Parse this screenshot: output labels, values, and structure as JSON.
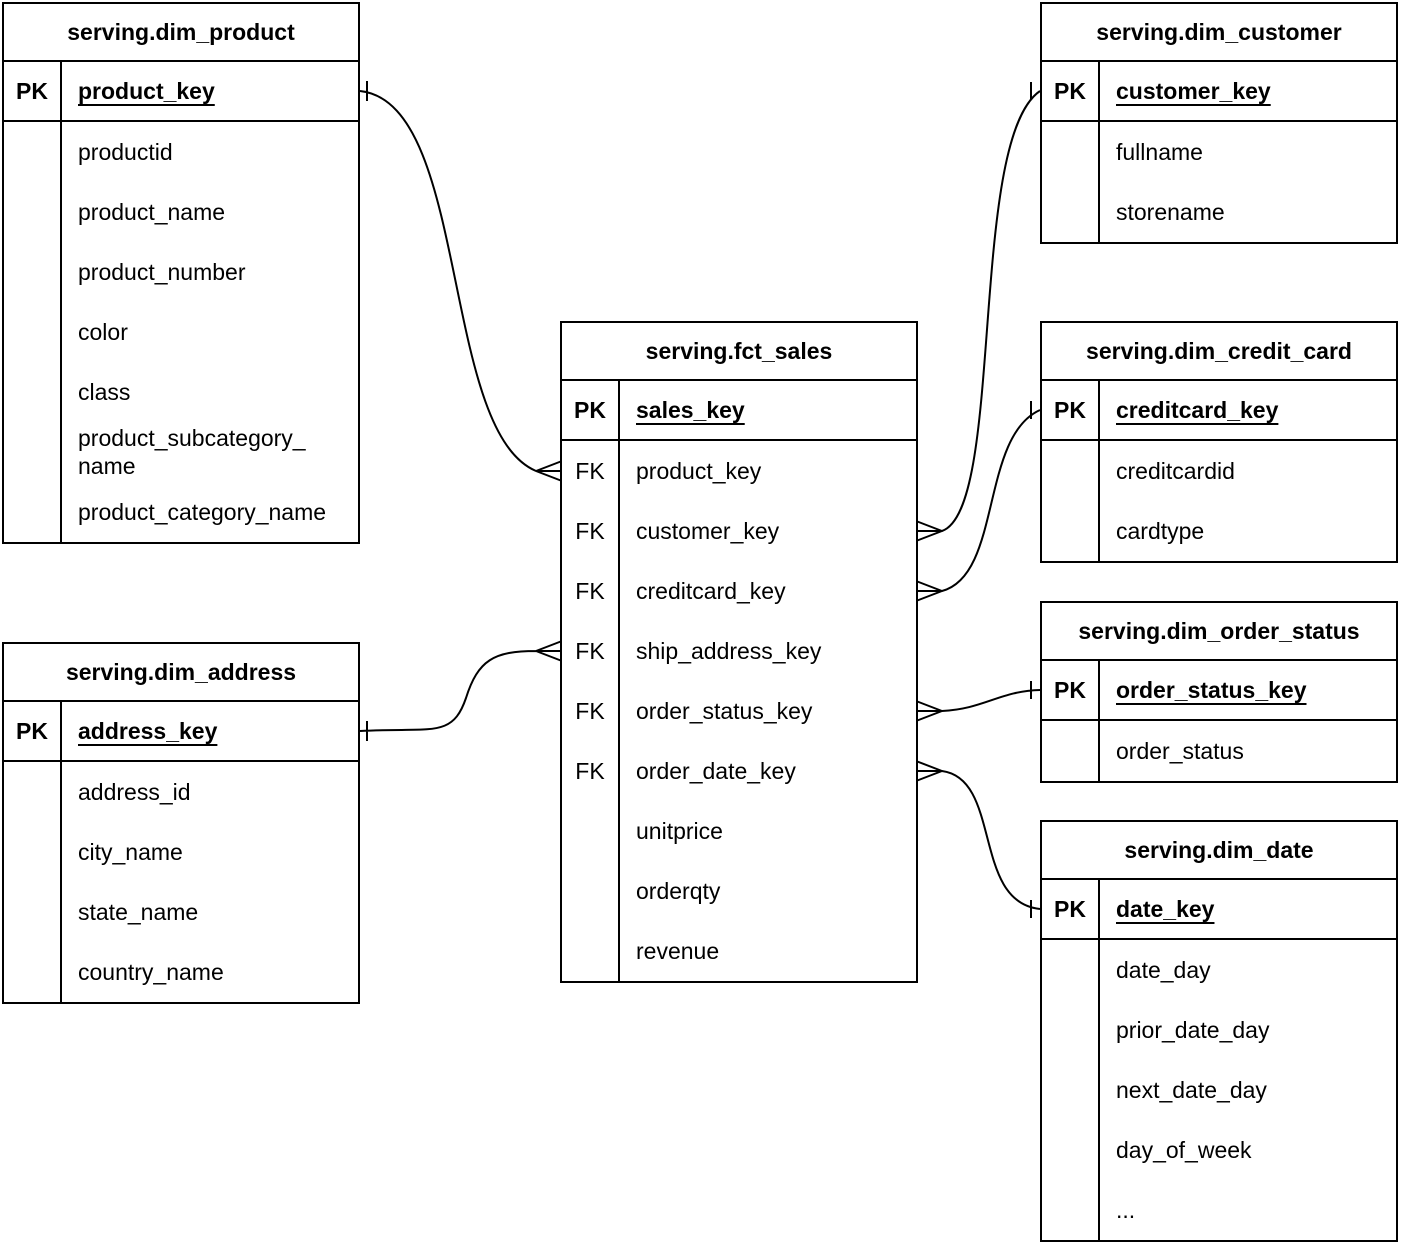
{
  "entities": [
    {
      "title": "serving.dim_product",
      "rows": [
        {
          "key": "PK",
          "name": "product_key",
          "is_key": true
        },
        {
          "key": "",
          "name": "productid"
        },
        {
          "key": "",
          "name": "product_name"
        },
        {
          "key": "",
          "name": "product_number"
        },
        {
          "key": "",
          "name": "color"
        },
        {
          "key": "",
          "name": "class"
        },
        {
          "key": "",
          "name": "product_subcategory_name"
        },
        {
          "key": "",
          "name": "product_category_name"
        }
      ]
    },
    {
      "title": "serving.dim_customer",
      "rows": [
        {
          "key": "PK",
          "name": "customer_key",
          "is_key": true
        },
        {
          "key": "",
          "name": "fullname"
        },
        {
          "key": "",
          "name": "storename"
        }
      ]
    },
    {
      "title": "serving.fct_sales",
      "rows": [
        {
          "key": "PK",
          "name": "sales_key",
          "is_key": true
        },
        {
          "key": "FK",
          "name": "product_key"
        },
        {
          "key": "FK",
          "name": "customer_key"
        },
        {
          "key": "FK",
          "name": "creditcard_key"
        },
        {
          "key": "FK",
          "name": "ship_address_key"
        },
        {
          "key": "FK",
          "name": "order_status_key"
        },
        {
          "key": "FK",
          "name": "order_date_key"
        },
        {
          "key": "",
          "name": "unitprice"
        },
        {
          "key": "",
          "name": "orderqty"
        },
        {
          "key": "",
          "name": "revenue"
        }
      ]
    },
    {
      "title": "serving.dim_credit_card",
      "rows": [
        {
          "key": "PK",
          "name": "creditcard_key",
          "is_key": true
        },
        {
          "key": "",
          "name": "creditcardid"
        },
        {
          "key": "",
          "name": "cardtype"
        }
      ]
    },
    {
      "title": "serving.dim_order_status",
      "rows": [
        {
          "key": "PK",
          "name": "order_status_key",
          "is_key": true
        },
        {
          "key": "",
          "name": "order_status"
        }
      ]
    },
    {
      "title": "serving.dim_date",
      "rows": [
        {
          "key": "PK",
          "name": "date_key",
          "is_key": true
        },
        {
          "key": "",
          "name": "date_day"
        },
        {
          "key": "",
          "name": "prior_date_day"
        },
        {
          "key": "",
          "name": "next_date_day"
        },
        {
          "key": "",
          "name": "day_of_week"
        },
        {
          "key": "",
          "name": "..."
        }
      ]
    },
    {
      "title": "serving.dim_address",
      "rows": [
        {
          "key": "PK",
          "name": "address_key",
          "is_key": true
        },
        {
          "key": "",
          "name": "address_id"
        },
        {
          "key": "",
          "name": "city_name"
        },
        {
          "key": "",
          "name": "state_name"
        },
        {
          "key": "",
          "name": "country_name"
        }
      ]
    }
  ],
  "relationships": [
    {
      "from": "serving.fct_sales.product_key",
      "to": "serving.dim_product.product_key",
      "from_cardinality": "many",
      "to_cardinality": "one"
    },
    {
      "from": "serving.fct_sales.customer_key",
      "to": "serving.dim_customer.customer_key",
      "from_cardinality": "many",
      "to_cardinality": "one"
    },
    {
      "from": "serving.fct_sales.creditcard_key",
      "to": "serving.dim_credit_card.creditcard_key",
      "from_cardinality": "many",
      "to_cardinality": "one"
    },
    {
      "from": "serving.fct_sales.ship_address_key",
      "to": "serving.dim_address.address_key",
      "from_cardinality": "many",
      "to_cardinality": "one"
    },
    {
      "from": "serving.fct_sales.order_status_key",
      "to": "serving.dim_order_status.order_status_key",
      "from_cardinality": "many",
      "to_cardinality": "one"
    },
    {
      "from": "serving.fct_sales.order_date_key",
      "to": "serving.dim_date.date_key",
      "from_cardinality": "many",
      "to_cardinality": "one"
    }
  ],
  "colors": {
    "line": "#000000",
    "background": "#ffffff",
    "text": "#000000"
  }
}
